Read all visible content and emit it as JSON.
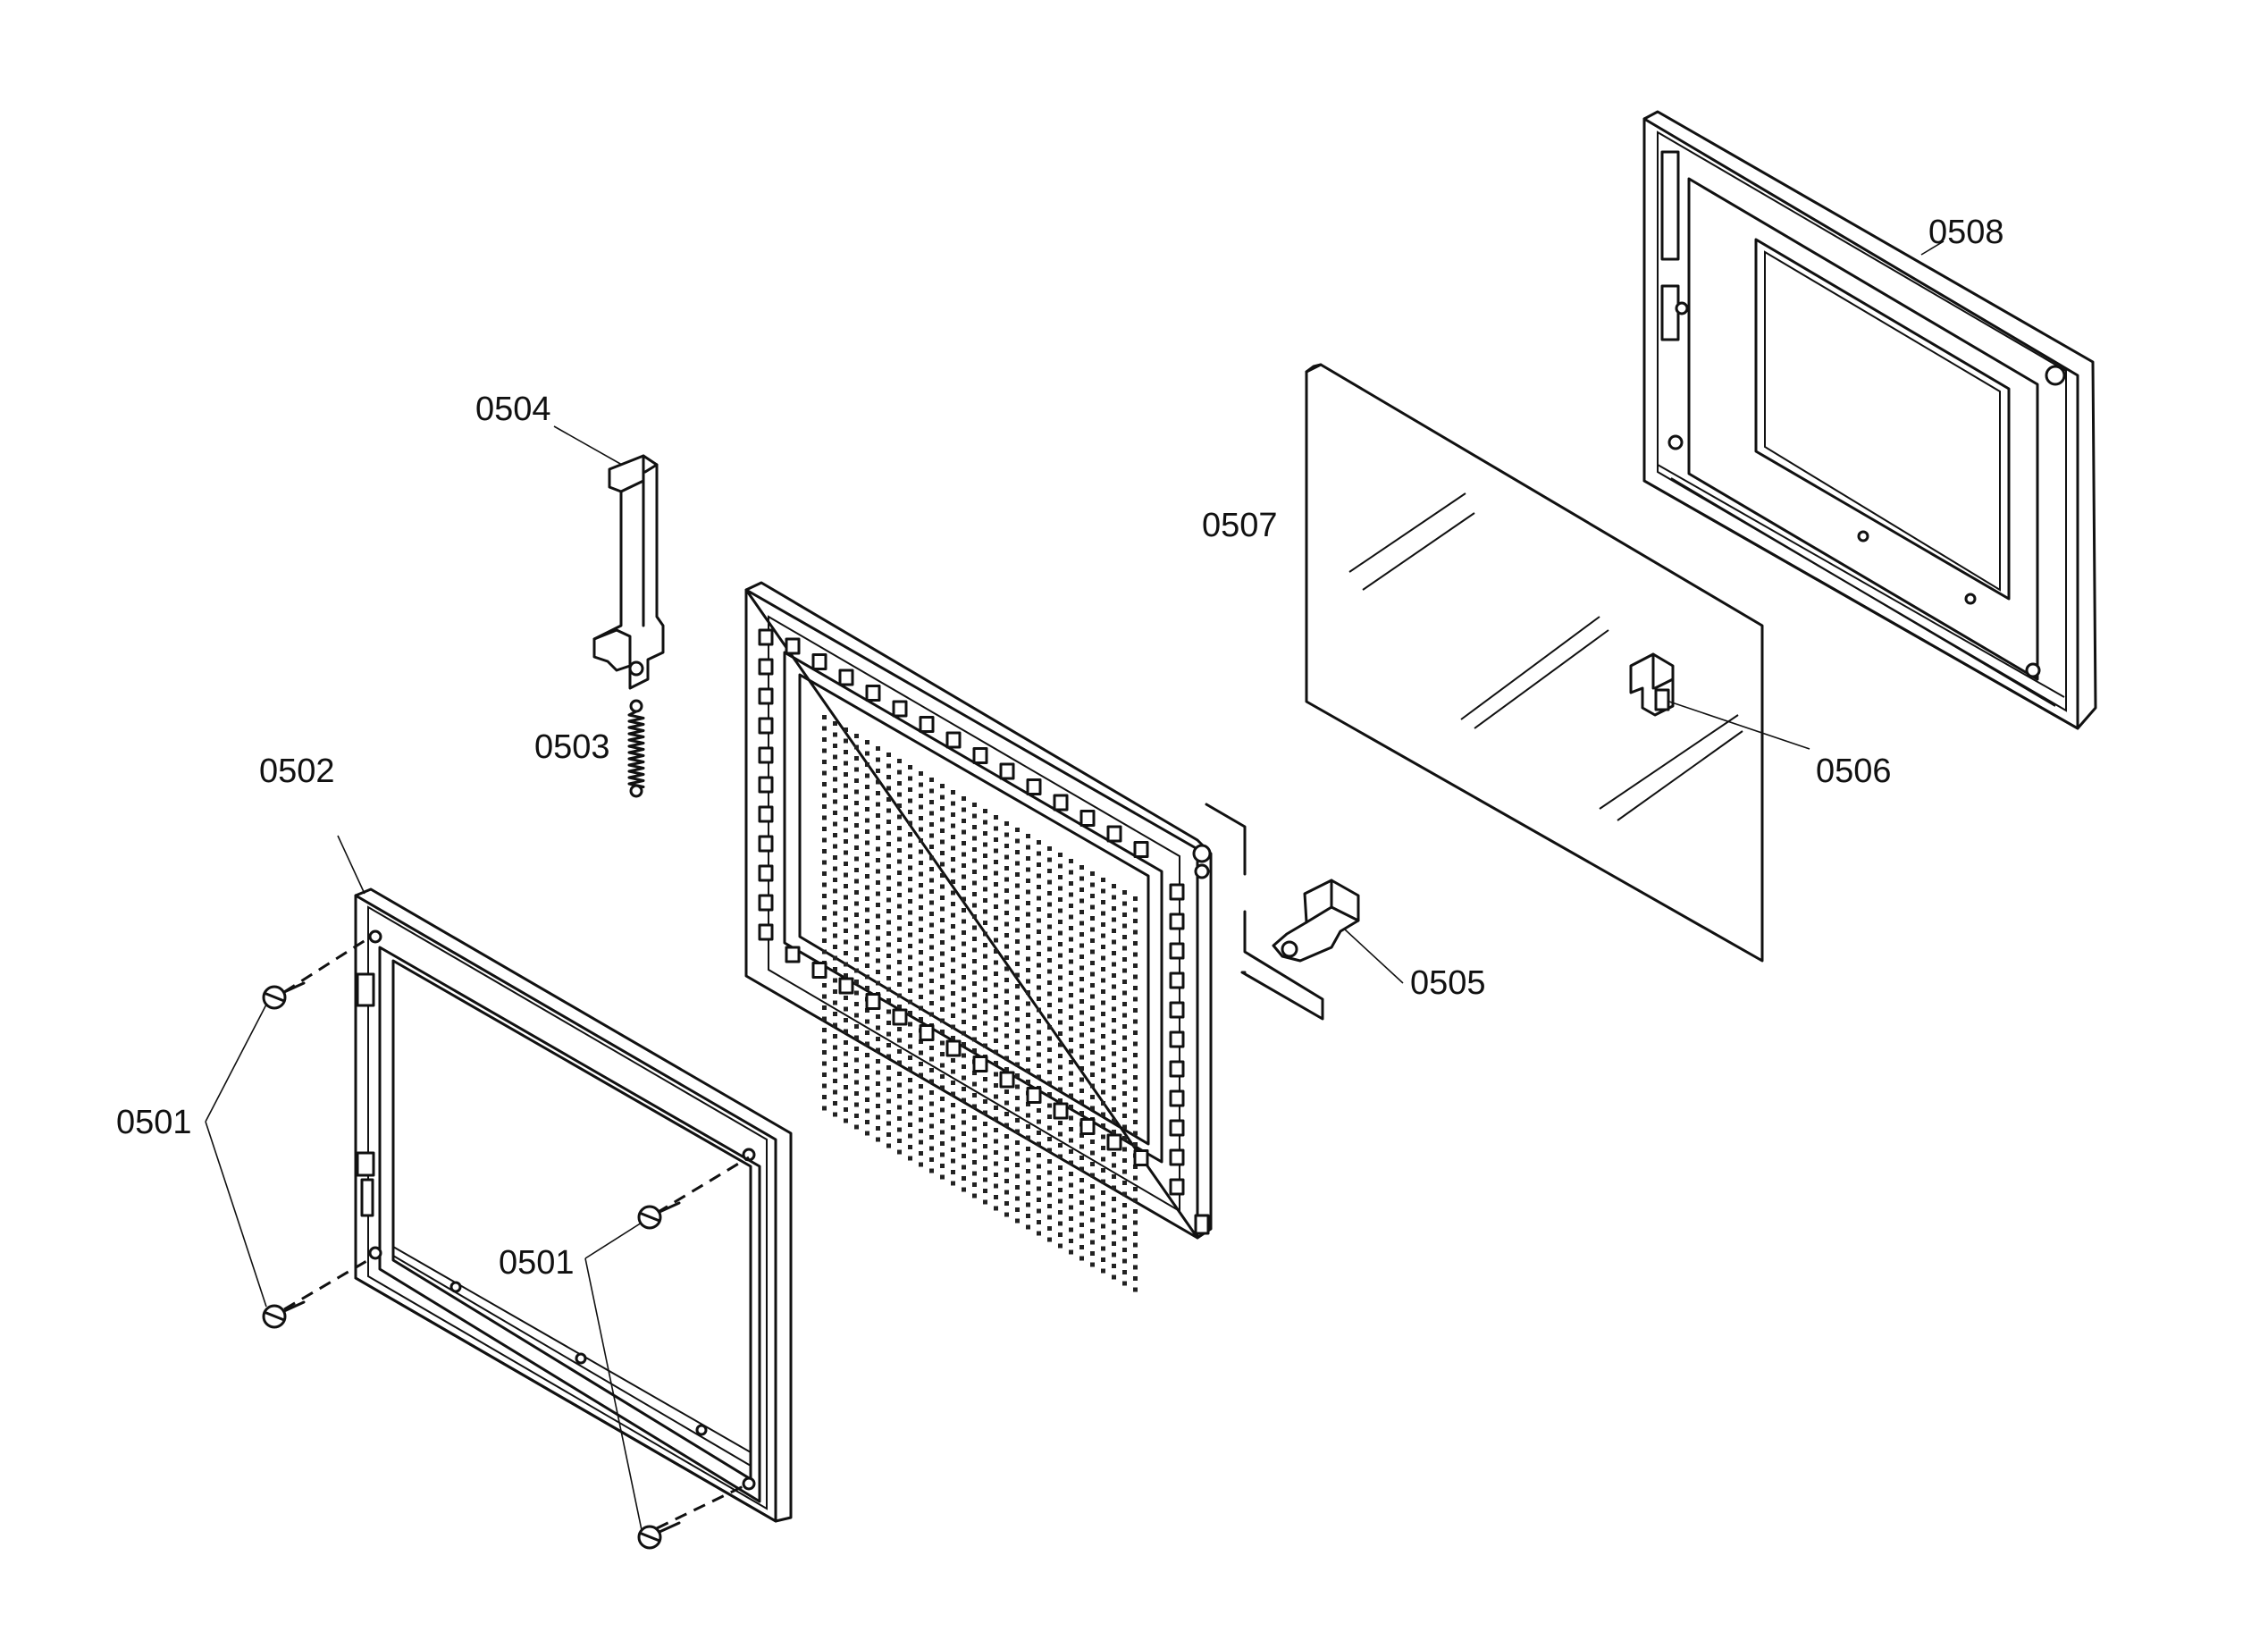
{
  "labels": {
    "p0501a": "0501",
    "p0501b": "0501",
    "p0502": "0502",
    "p0503": "0503",
    "p0504": "0504",
    "p0505": "0505",
    "p0506": "0506",
    "p0507": "0507",
    "p0508": "0508"
  }
}
